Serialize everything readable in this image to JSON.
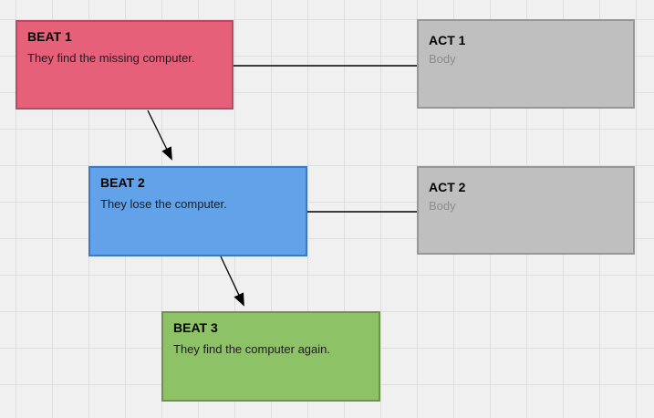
{
  "canvas": {
    "background_color": "#f0f0f0",
    "grid_line_color": "#dedede",
    "grid_cell_size": 40
  },
  "nodes": {
    "beat1": {
      "title": "BEAT 1",
      "body": "They find the missing computer.",
      "fill": "#e66079",
      "border": "#bb4a61"
    },
    "act1": {
      "title": "ACT 1",
      "body": "Body",
      "body_is_placeholder": true,
      "fill": "#bfbfbf",
      "border": "#979797"
    },
    "beat2": {
      "title": "BEAT 2",
      "body": "They lose the computer.",
      "fill": "#62a2e9",
      "border": "#3d79c3"
    },
    "act2": {
      "title": "ACT 2",
      "body": "Body",
      "body_is_placeholder": true,
      "fill": "#bfbfbf",
      "border": "#979797"
    },
    "beat3": {
      "title": "BEAT 3",
      "body": "They find the computer again.",
      "fill": "#8ec267",
      "border": "#6e9547"
    }
  },
  "connectors": [
    {
      "from": "beat1",
      "to": "beat2",
      "type": "arrow"
    },
    {
      "from": "beat2",
      "to": "beat3",
      "type": "arrow"
    },
    {
      "from": "beat1",
      "to": "act1",
      "type": "line"
    },
    {
      "from": "beat2",
      "to": "act2",
      "type": "line"
    }
  ],
  "connector_color": "#000000"
}
